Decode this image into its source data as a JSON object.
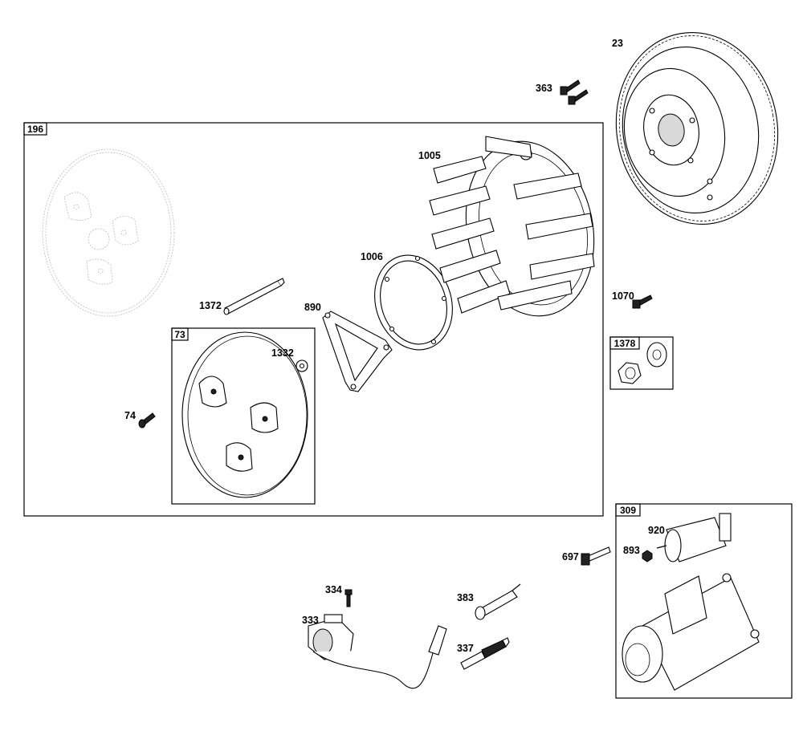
{
  "group_boxes": {
    "g196": "196",
    "g73": "73",
    "g1378": "1378",
    "g309": "309"
  },
  "callouts": {
    "c23": "23",
    "c363": "363",
    "c1005": "1005",
    "c1006": "1006",
    "c1372": "1372",
    "c890": "890",
    "c1332": "1332",
    "c74": "74",
    "c1070": "1070",
    "c920": "920",
    "c893": "893",
    "c697": "697",
    "c334": "334",
    "c333": "333",
    "c383": "383",
    "c337": "337"
  }
}
